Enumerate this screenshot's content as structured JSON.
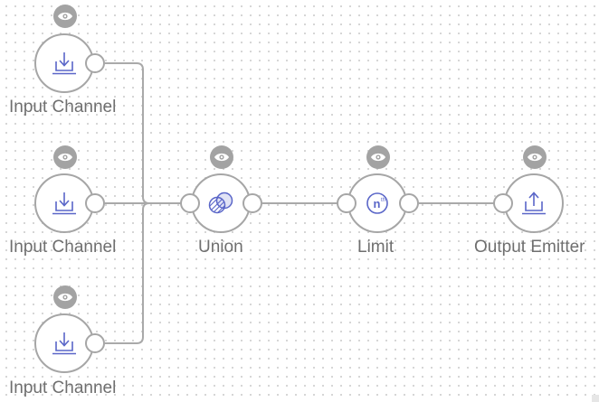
{
  "colors": {
    "node_border": "#a6a6a6",
    "wire": "#a9a9a9",
    "icon_accent": "#5a66c8",
    "eye_badge": "#a3a3a3",
    "label_text": "#6f6f6f",
    "canvas_dots": "#cfcfcf"
  },
  "nodes": [
    {
      "id": "input-1",
      "label": "Input Channel",
      "icon": "input-download-icon"
    },
    {
      "id": "input-2",
      "label": "Input Channel",
      "icon": "input-download-icon"
    },
    {
      "id": "input-3",
      "label": "Input Channel",
      "icon": "input-download-icon"
    },
    {
      "id": "union",
      "label": "Union",
      "icon": "union-venn-icon"
    },
    {
      "id": "limit",
      "label": "Limit",
      "icon": "limit-nth-icon"
    },
    {
      "id": "output",
      "label": "Output Emitter",
      "icon": "output-upload-icon"
    }
  ],
  "limit_icon_text": "n",
  "limit_icon_superscript": "th",
  "connections": [
    {
      "from": "input-1",
      "to": "union"
    },
    {
      "from": "input-2",
      "to": "union"
    },
    {
      "from": "input-3",
      "to": "union"
    },
    {
      "from": "union",
      "to": "limit"
    },
    {
      "from": "limit",
      "to": "output"
    }
  ]
}
